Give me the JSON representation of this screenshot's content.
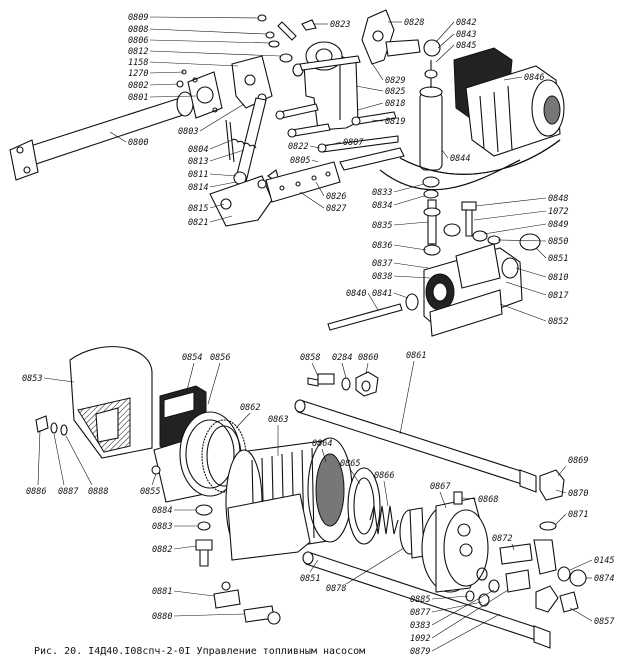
{
  "caption": "Рис. 20. I4Д40.I08спч-2-0I  Управление топливным насосом",
  "labels": {
    "0809": "0809",
    "0808": "0808",
    "0806": "0806",
    "0812": "0812",
    "1158": "1158",
    "1270": "1270",
    "0802": "0802",
    "0801": "0801",
    "0800": "0800",
    "0803": "0803",
    "0804": "0804",
    "0813": "0813",
    "0811": "0811",
    "0814": "0814",
    "0815": "0815",
    "0821": "0821",
    "0823": "0823",
    "0828": "0828",
    "0829": "0829",
    "0825": "0825",
    "0818": "0818",
    "0819": "0819",
    "0822": "0822",
    "0807": "0807",
    "0805": "0805",
    "0826": "0826",
    "0827": "0827",
    "0842": "0842",
    "0843": "0843",
    "0845": "0845",
    "0846": "0846",
    "0844": "0844",
    "0833": "0833",
    "0834": "0834",
    "0835": "0835",
    "0836": "0836",
    "0837": "0837",
    "0838": "0838",
    "0840": "0840",
    "0841": "0841",
    "0848": "0848",
    "1072": "1072",
    "0849": "0849",
    "0850": "0850",
    "0851": "0851",
    "0810": "0810",
    "0817": "0817",
    "0852": "0852",
    "0853": "0853",
    "0854": "0854",
    "0856": "0856",
    "0858": "0858",
    "0284": "0284",
    "0860": "0860",
    "0861": "0861",
    "0862": "0862",
    "0863": "0863",
    "0864": "0864",
    "0865": "0865",
    "0866": "0866",
    "0867": "0867",
    "0868": "0868",
    "0869": "0869",
    "0870": "0870",
    "0871": "0871",
    "0886": "0886",
    "0887": "0887",
    "0888": "0888",
    "0855": "0855",
    "0884": "0884",
    "0883": "0883",
    "0882": "0882",
    "0881": "0881",
    "0880": "0880",
    "0851b": "0851",
    "0878": "0878",
    "0872": "0872",
    "0145": "0145",
    "0874": "0874",
    "0885": "0885",
    "0877": "0877",
    "0383": "0383",
    "1092": "1092",
    "0879": "0879",
    "0857": "0857"
  }
}
